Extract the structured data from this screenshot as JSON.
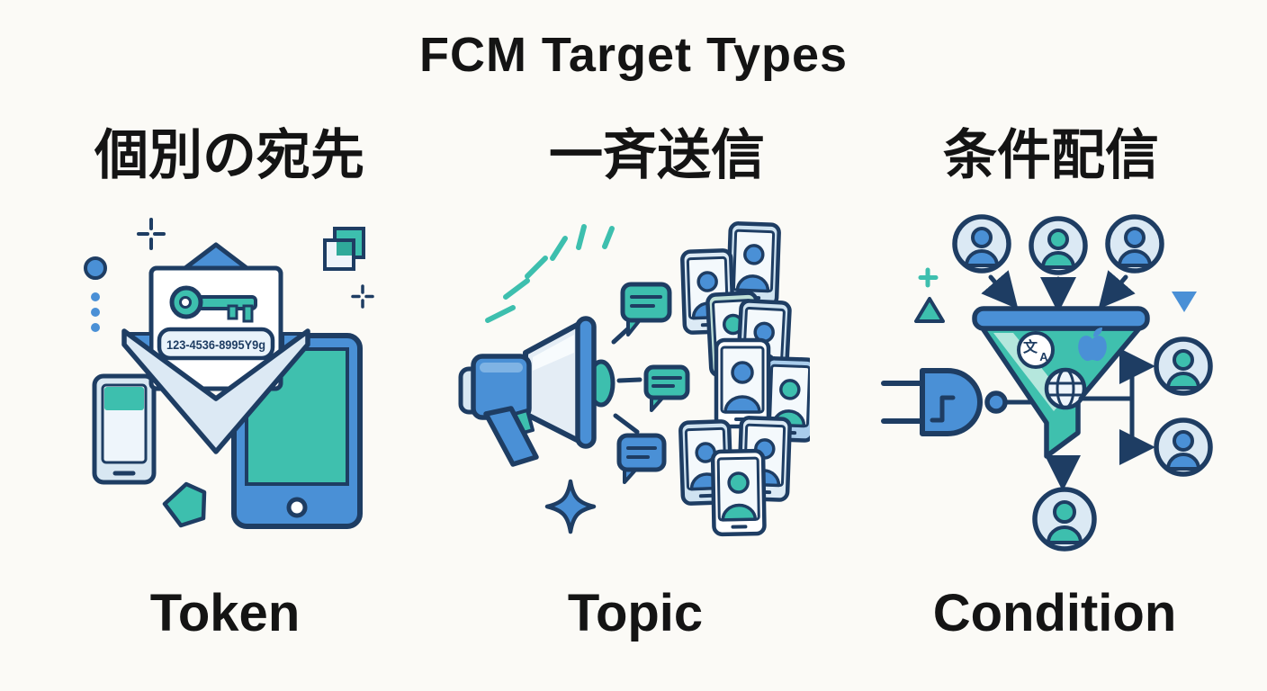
{
  "title": "FCM Target Types",
  "columns": [
    {
      "heading_jp": "個別の宛先",
      "label_en": "Token",
      "token_code": "123-4536-8995Y9g",
      "icons": [
        "envelope",
        "key",
        "token-code-badge",
        "smartphone",
        "tablet",
        "tag",
        "sparkle-cross",
        "dots",
        "overlapping-squares"
      ]
    },
    {
      "heading_jp": "一斉送信",
      "label_en": "Topic",
      "icons": [
        "megaphone",
        "burst-rays",
        "speech-bubbles",
        "sparkle-star",
        "device-crowd-with-avatars"
      ]
    },
    {
      "heading_jp": "条件配信",
      "label_en": "Condition",
      "icons": [
        "user-avatars",
        "arrows",
        "filter-funnel",
        "translate",
        "apple-logo",
        "globe",
        "logic-gate",
        "plus",
        "triangles"
      ]
    }
  ],
  "colors": {
    "navy_outline": "#1e3d63",
    "blue": "#4a90d6",
    "teal": "#3dbfae",
    "light_blue": "#d9e8f4",
    "background": "#fbfaf6",
    "text": "#141414"
  }
}
